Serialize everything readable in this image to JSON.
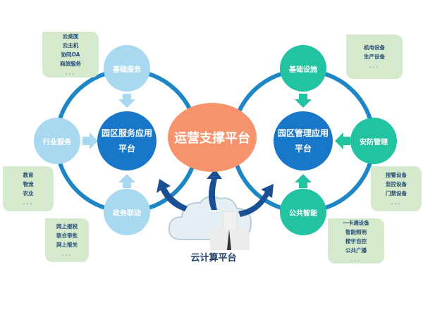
{
  "hub": {
    "label": "运营支撑平台"
  },
  "cloud": {
    "label": "云计算平台"
  },
  "left": {
    "core": {
      "line1": "园区服务应用",
      "line2": "平台"
    },
    "nodes": {
      "top": "基础服务",
      "left": "行业服务",
      "bottom": "政务联动"
    },
    "boxes": {
      "top": [
        "云桌面",
        "云主机",
        "协同OA",
        "商旅服务",
        "..."
      ],
      "left": [
        "教育",
        "物流",
        "农业",
        "..."
      ],
      "bottom": [
        "网上报税",
        "联合审批",
        "网上报关",
        "..."
      ]
    }
  },
  "right": {
    "core": {
      "line1": "园区管理应用",
      "line2": "平台"
    },
    "nodes": {
      "top": "基础设施",
      "right": "安防管理",
      "bottom": "公共智能"
    },
    "boxes": {
      "top": [
        "机电设备",
        "生产设备",
        "..."
      ],
      "right": [
        "报警设备",
        "监控设备",
        "门禁设备",
        "..."
      ],
      "bottom": [
        "一卡通设备",
        "智能照明",
        "楼宇自控",
        "公共广播",
        "..."
      ]
    }
  },
  "colors": {
    "ring": "#1f86c6",
    "light_blue": "#a9d9f1",
    "teal": "#22c3a0",
    "core": "#1877c9",
    "hub": "#f7936c",
    "box": "#d5e9cc"
  }
}
